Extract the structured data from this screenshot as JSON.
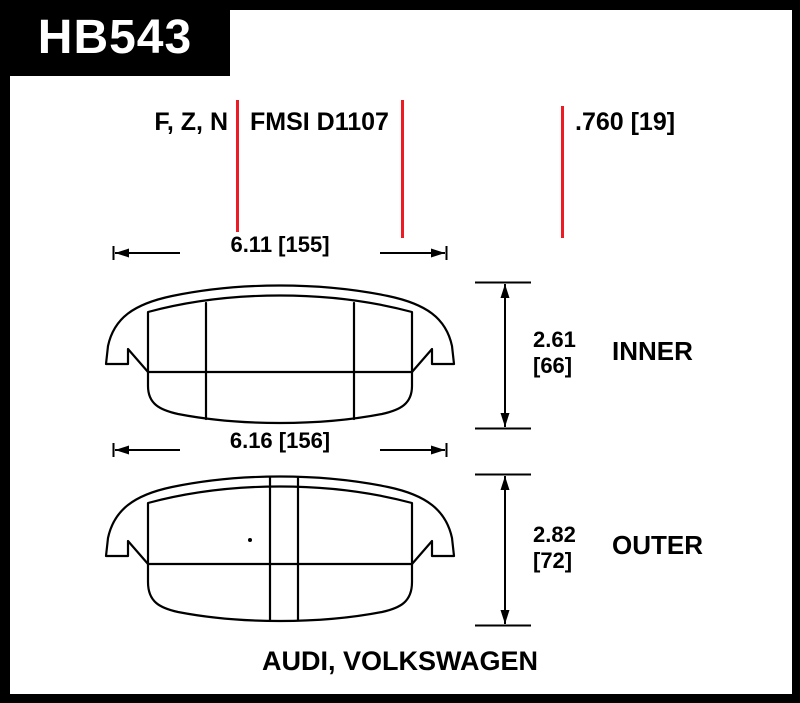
{
  "part": {
    "number": "HB543"
  },
  "header": {
    "compounds": "F, Z, N",
    "fmsi": "FMSI D1107",
    "thickness": ".760 [19]"
  },
  "inner_pad": {
    "width": "6.11 [155]",
    "height_in": "2.61",
    "height_mm": "[66]",
    "label": "INNER"
  },
  "outer_pad": {
    "width": "6.16 [156]",
    "height_in": "2.82",
    "height_mm": "[72]",
    "label": "OUTER"
  },
  "footer": {
    "application": "AUDI, VOLKSWAGEN"
  },
  "colors": {
    "guide_red": "#ed1c24",
    "frame": "#000000"
  }
}
